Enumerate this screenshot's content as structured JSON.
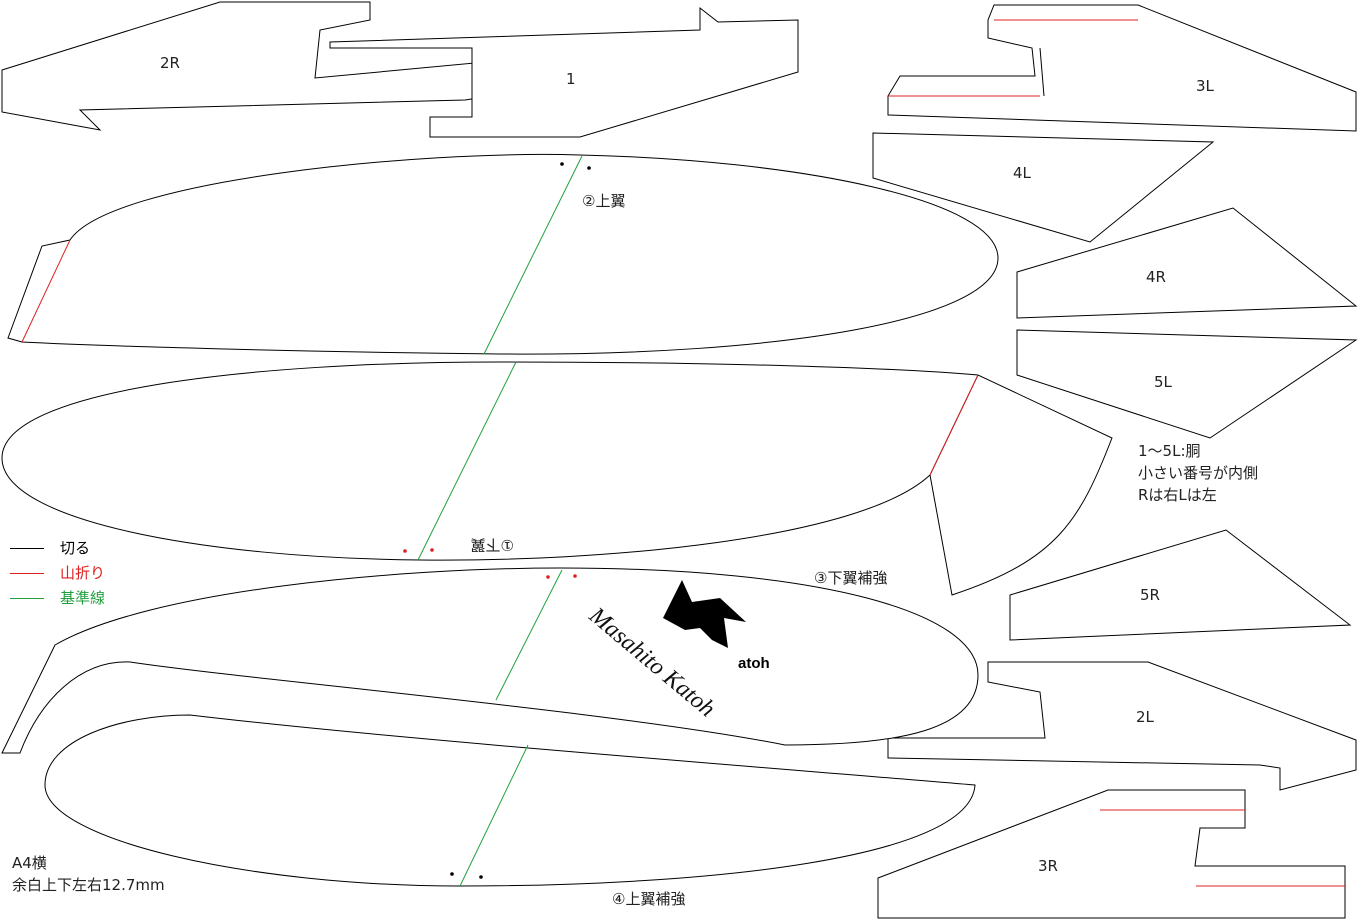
{
  "parts": {
    "p2R": "2R",
    "p1": "1",
    "p3L": "3L",
    "p4L": "4L",
    "p4R": "4R",
    "p5L": "5L",
    "p5R": "5R",
    "p2L": "2L",
    "p3R": "3R"
  },
  "wings": {
    "upper": "②上翼",
    "lower": "①下翼",
    "lower_reinforce": "③下翼補強",
    "upper_reinforce": "④上翼補強"
  },
  "body_note": [
    "1～5L:胴",
    "小さい番号が内側",
    "Rは右Lは左"
  ],
  "legend": [
    {
      "label": "切る",
      "color": "#000000"
    },
    {
      "label": "山折り",
      "color": "#e02020"
    },
    {
      "label": "基準線",
      "color": "#22a040"
    }
  ],
  "paper_note": [
    "A4横",
    "余白上下左右12.7mm"
  ],
  "logo": {
    "mark": "atoh",
    "signature": "Masahito Katoh"
  }
}
